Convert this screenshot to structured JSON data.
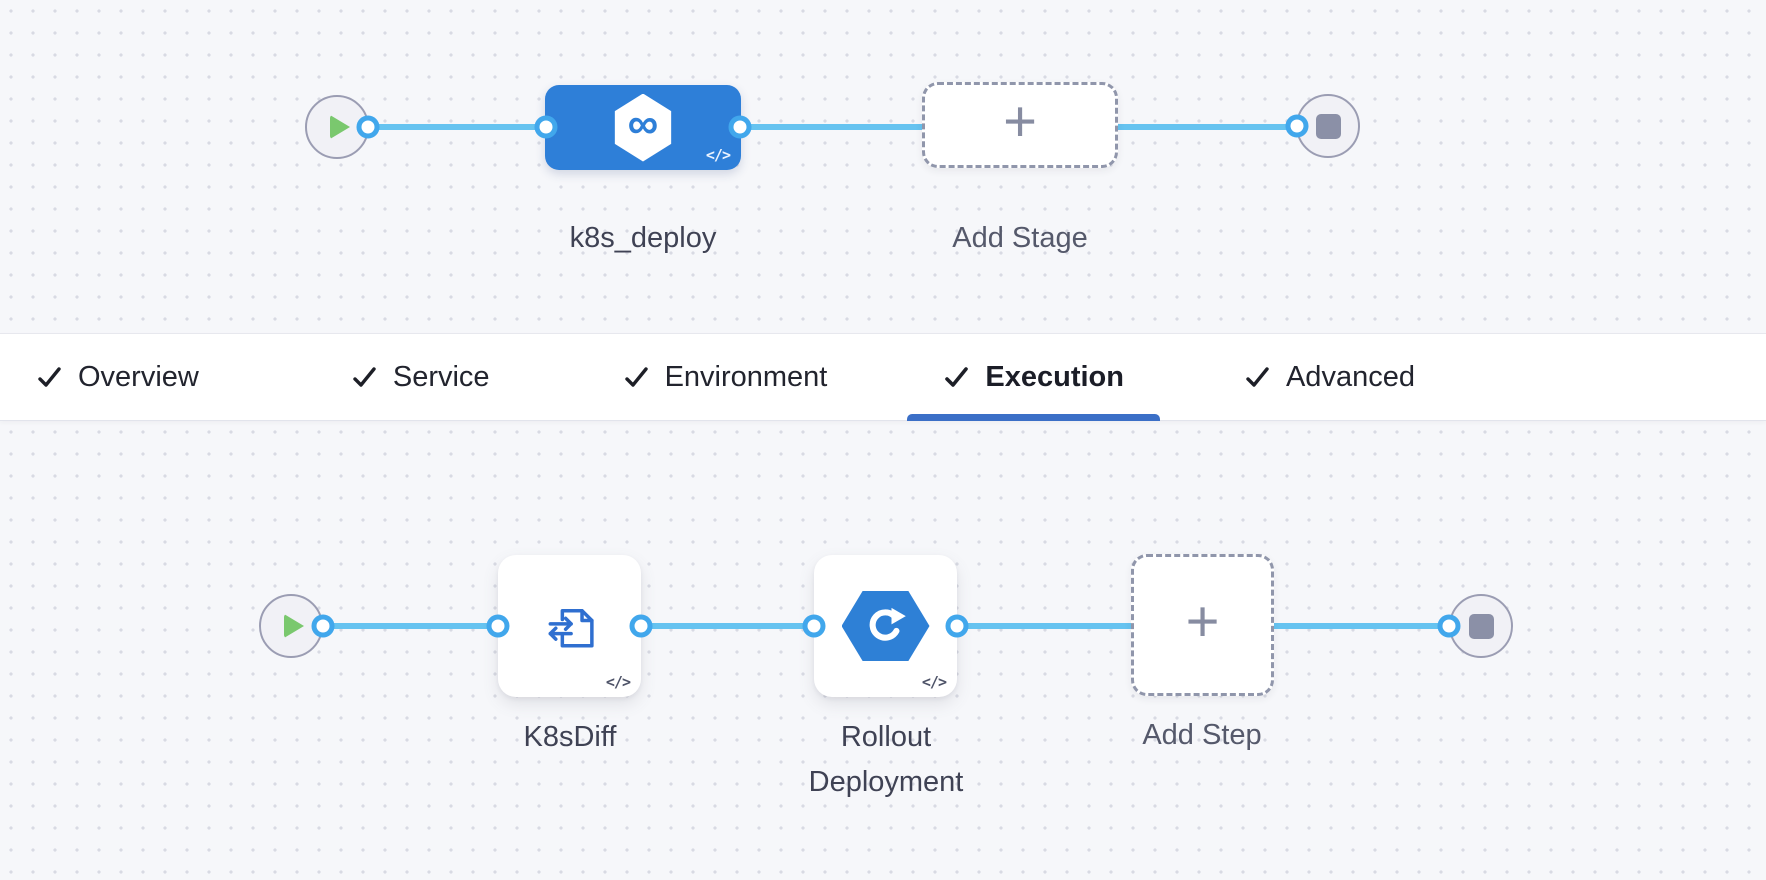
{
  "stage_pipeline": {
    "stage": {
      "label": "k8s_deploy",
      "icon": "harness-infinity",
      "infinity_glyph": "∞",
      "code_badge": "</>"
    },
    "add_stage": {
      "label": "Add Stage",
      "plus": "+"
    }
  },
  "tab_bar": {
    "tabs": [
      {
        "label": "Overview",
        "checked": true,
        "active": false
      },
      {
        "label": "Service",
        "checked": true,
        "active": false
      },
      {
        "label": "Environment",
        "checked": true,
        "active": false
      },
      {
        "label": "Execution",
        "checked": true,
        "active": true
      },
      {
        "label": "Advanced",
        "checked": true,
        "active": false
      }
    ],
    "active_tab": "Execution",
    "underline_color": "#3b6fc7"
  },
  "execution_pipeline": {
    "steps": [
      {
        "label": "K8sDiff",
        "icon": "k8s-diff-document",
        "code_badge": "</>"
      },
      {
        "label": "Rollout Deployment",
        "icon": "rollout-hexagon",
        "code_badge": "</>"
      }
    ],
    "add_step": {
      "label": "Add Step",
      "plus": "+"
    }
  },
  "colors": {
    "stage_node_blue": "#2e7fd8",
    "rollout_icon_blue": "#2e80d6",
    "flow_line_blue": "#66c3f0",
    "port_ring_blue": "#41a7ec",
    "play_green": "#7ac86e",
    "stop_gray": "#8b90a7",
    "canvas_background": "#f6f7fa",
    "active_underline": "#3b6fc7"
  }
}
